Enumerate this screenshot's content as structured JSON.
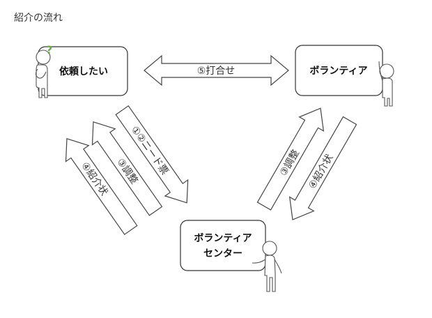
{
  "title": "紹介の流れ",
  "nodes": {
    "requester": "依頼したい",
    "volunteer": "ボランティア",
    "center_line1": "ボランティア",
    "center_line2": "センター"
  },
  "arrows": {
    "meeting": "⑤打合せ",
    "needs_form": "①②ニード票",
    "adjust_left": "③調整",
    "referral_left": "④紹介状",
    "adjust_right": "③調整",
    "referral_right": "④紹介状"
  },
  "question_mark": "?"
}
